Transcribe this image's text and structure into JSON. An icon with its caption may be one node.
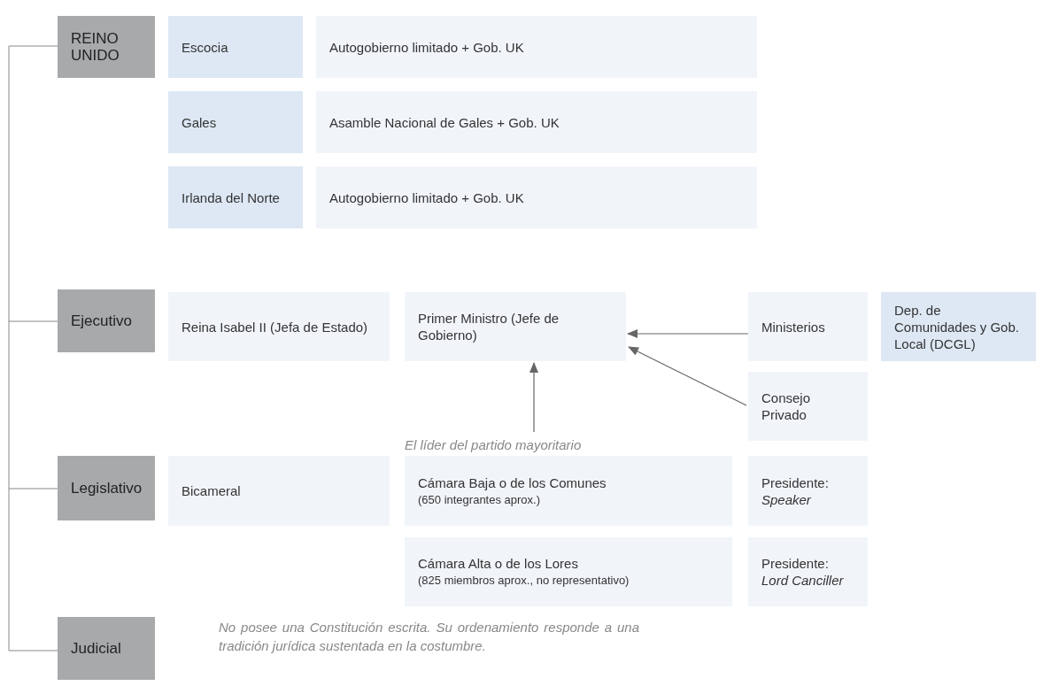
{
  "diagram": {
    "nodes": [
      {
        "text": [
          "REINO UNIDO"
        ]
      },
      {
        "text": [
          "Escocia"
        ]
      },
      {
        "text": [
          "Autogobierno limitado + Gob. UK"
        ]
      },
      {
        "text": [
          "Gales"
        ]
      },
      {
        "text": [
          "Asamble Nacional de Gales + Gob. UK"
        ]
      },
      {
        "text": [
          "Irlanda del Norte"
        ]
      },
      {
        "text": [
          "Autogobierno limitado + Gob. UK"
        ]
      },
      {
        "text": [
          "Ejecutivo"
        ]
      },
      {
        "text": [
          "Reina Isabel II (Jefa de Estado)"
        ]
      },
      {
        "text": [
          "Primer Ministro (Jefe de Gobierno)"
        ]
      },
      {
        "text": [
          "Ministerios"
        ]
      },
      {
        "text": [
          "Dep. de Comunidades y Gob. Local (DCGL)"
        ]
      },
      {
        "text": [
          "Consejo Privado"
        ]
      },
      {
        "text": [
          "El líder del partido mayoritario"
        ]
      },
      {
        "text": [
          "Legislativo"
        ]
      },
      {
        "text": [
          "Bicameral"
        ]
      },
      {
        "text": [
          "Cámara Baja o de los Comunes",
          "(650 integrantes aprox.)"
        ]
      },
      {
        "text": [
          "Presidente: *Speaker*"
        ]
      },
      {
        "text": [
          "Cámara Alta o de los Lores",
          "(825 miembros aprox., no representativo)"
        ]
      },
      {
        "text": [
          "Presidente: *Lord Canciller*"
        ]
      },
      {
        "text": [
          "Judicial"
        ]
      }
    ],
    "edges": [
      {
        "from": 10,
        "to": 9,
        "arrow": "to"
      },
      {
        "from": 12,
        "to": 9,
        "arrow": "to"
      },
      {
        "from": 13,
        "to": 9,
        "arrow": "to"
      }
    ],
    "labels": [
      "No posee una Constitución escrita. Su ordenamiento responde a una tradición jurídica sustentada en la costumbre."
    ]
  }
}
